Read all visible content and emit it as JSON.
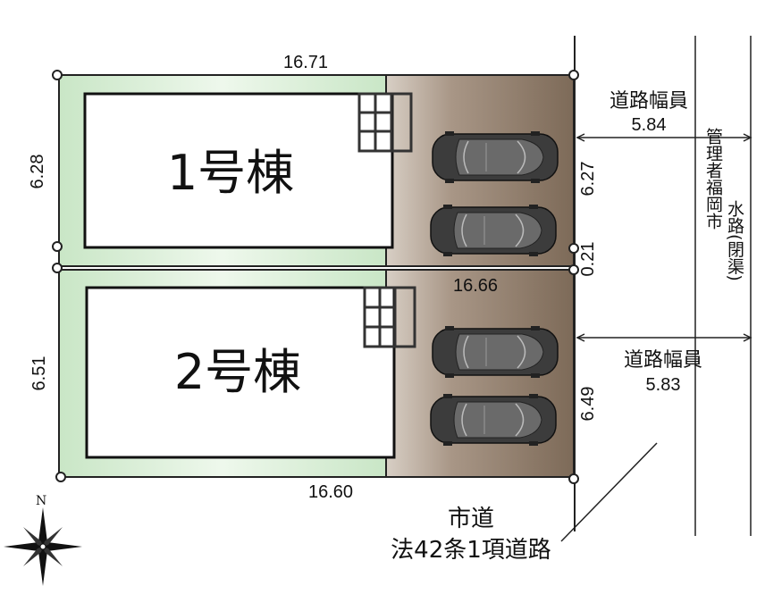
{
  "colors": {
    "garden": "#d8eed6",
    "parking": "#8a7a6a",
    "building": "#ffffff",
    "outline": "#222222",
    "car": "#4a4a4a"
  },
  "dimensions": {
    "top_width": "16.71",
    "middle_width": "16.66",
    "bottom_width": "16.60",
    "lot1_left": "6.28",
    "lot2_left": "6.51",
    "lot1_right": "6.27",
    "gap_right": "0.21",
    "lot2_right": "6.49"
  },
  "buildings": {
    "lot1": "1号棟",
    "lot2": "2号棟"
  },
  "roads": {
    "upper_width_label": "道路幅員",
    "upper_width_value": "5.84",
    "lower_width_label": "道路幅員",
    "lower_width_value": "5.83",
    "waterway_col1": "管理者福岡市",
    "waterway_col2": "水路(閉渠)",
    "city_road_line1": "市道",
    "city_road_line2": "法42条1項道路"
  },
  "compass": {
    "north_label": "N"
  }
}
